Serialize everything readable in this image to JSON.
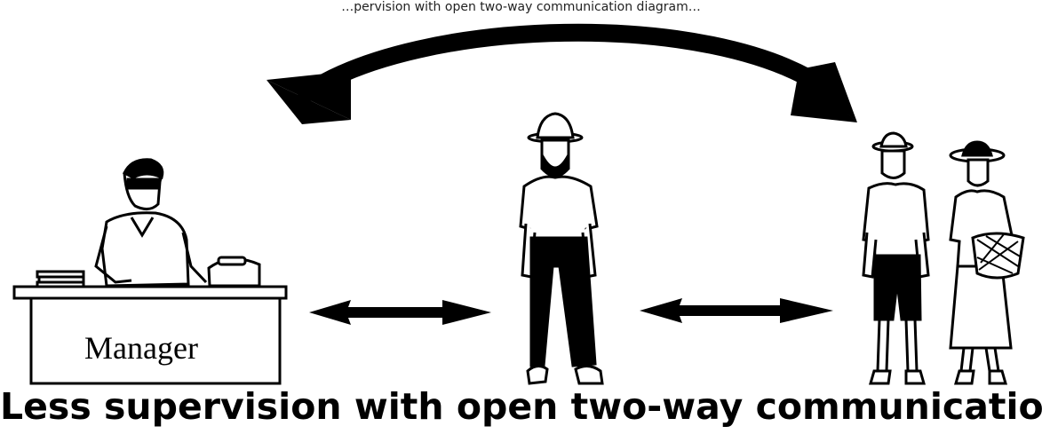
{
  "header": {
    "caption": "…pervision with open two-way communication diagram…"
  },
  "diagram": {
    "desk_label": "Manager",
    "footer_caption": "Less supervision with open two-way communication"
  },
  "colors": {
    "ink": "#000000",
    "background": "#ffffff"
  },
  "icons": [
    "manager-at-desk-icon",
    "supervisor-with-hat-icon",
    "farmer-man-icon",
    "farmer-woman-with-basket-icon",
    "telephone-icon",
    "books-stack-icon"
  ]
}
